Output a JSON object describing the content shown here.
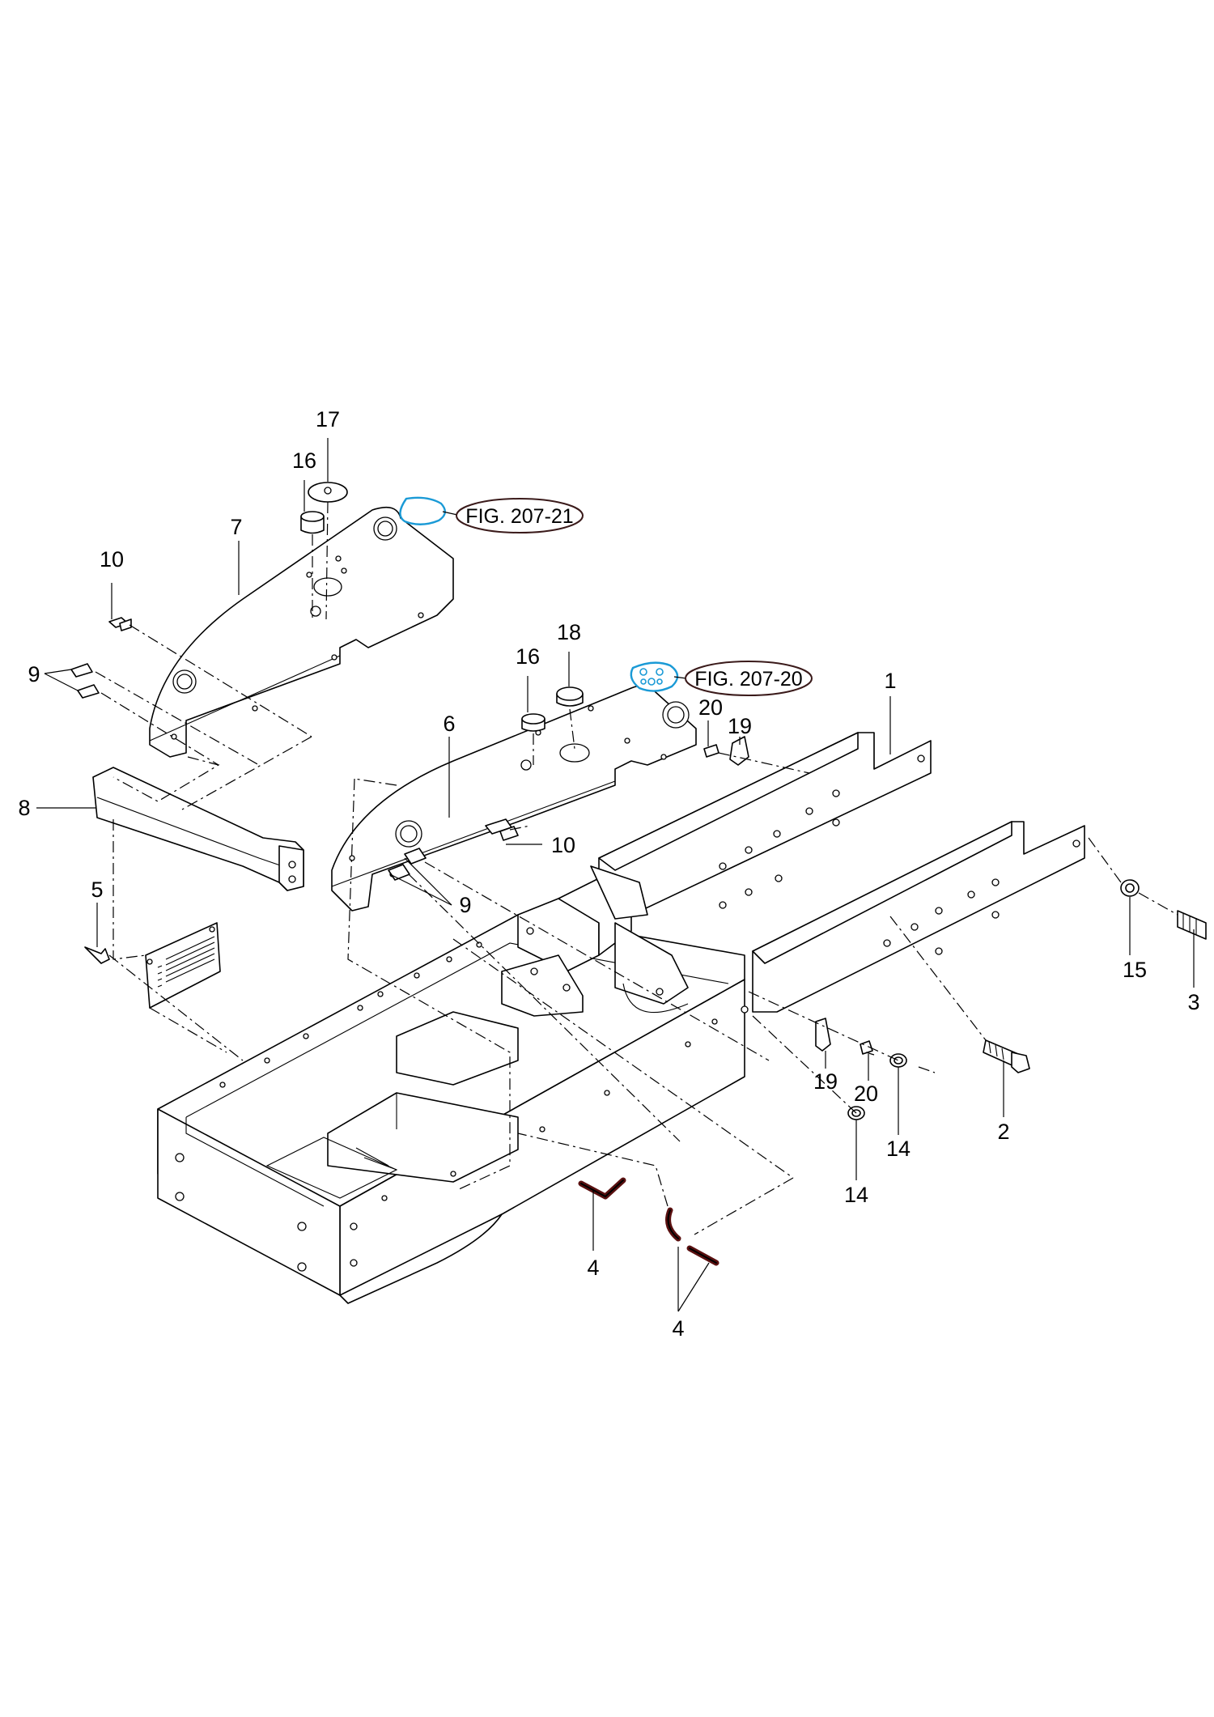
{
  "figure_refs": [
    {
      "id": "ref-a",
      "text": "FIG. 207-21"
    },
    {
      "id": "ref-b",
      "text": "FIG. 207-20"
    }
  ],
  "part_labels": {
    "l1": "1",
    "l2": "2",
    "l3": "3",
    "l4a": "4",
    "l4b": "4",
    "l5": "5",
    "l6": "6",
    "l7": "7",
    "l8": "8",
    "l9a": "9",
    "l9b": "9",
    "l10a": "10",
    "l10b": "10",
    "l14a": "14",
    "l14b": "14",
    "l15": "15",
    "l16a": "16",
    "l16b": "16",
    "l17": "17",
    "l18": "18",
    "l19a": "19",
    "l19b": "19",
    "l20a": "20",
    "l20b": "20"
  },
  "colors": {
    "linework": "#000000",
    "highlight": "#1a9ad6",
    "pin": "#5a1010"
  }
}
